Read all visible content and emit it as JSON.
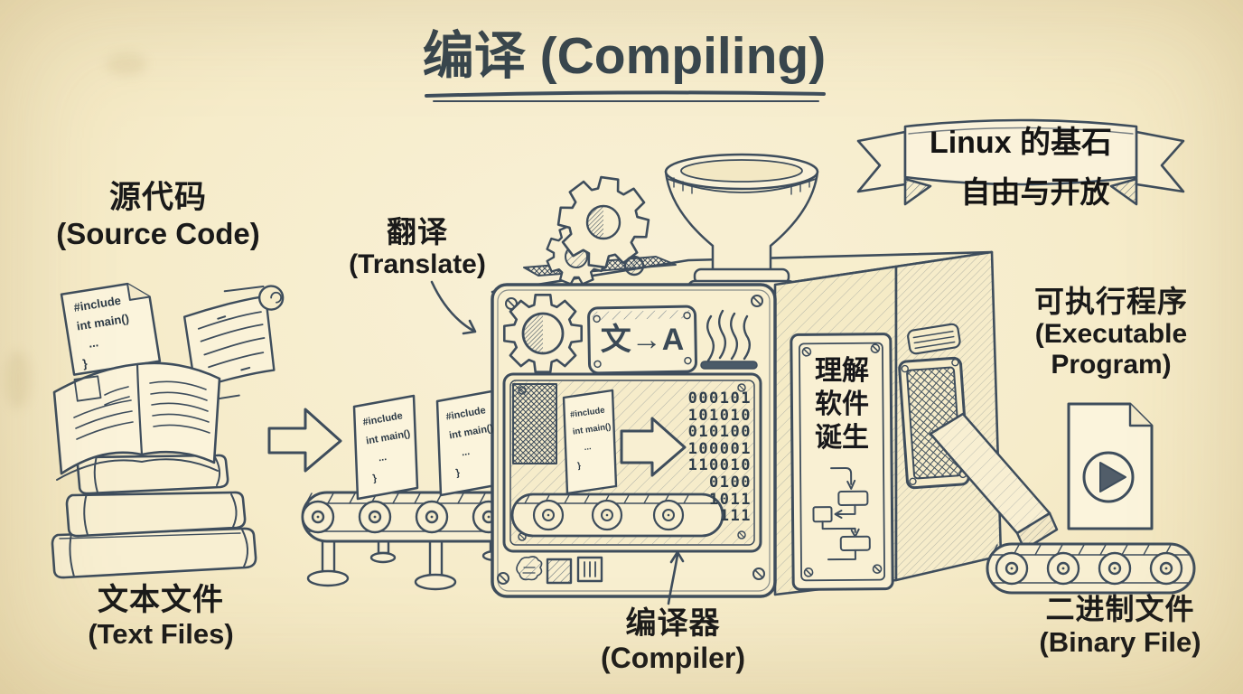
{
  "title": {
    "text": "编译 (Compiling)"
  },
  "banner": {
    "title": "Linux 的基石",
    "subtitle": "自由与开放"
  },
  "labels": {
    "source_code": {
      "zh": "源代码",
      "en": "(Source Code)"
    },
    "text_files": {
      "zh": "文本文件",
      "en": "(Text Files)"
    },
    "translate": {
      "zh": "翻译",
      "en": "(Translate)"
    },
    "compiler": {
      "zh": "编译器",
      "en": "(Compiler)"
    },
    "executable_program": {
      "zh": "可执行程序",
      "en_line1": "(Executable",
      "en_line2": "Program)"
    },
    "binary_file": {
      "zh": "二进制文件",
      "en": "(Binary File)"
    }
  },
  "machine": {
    "translate_badge": "文→A",
    "side_panel_lines": [
      "理解",
      "软件",
      "诞生"
    ],
    "binary_output_lines": [
      "000101",
      "101010",
      "010100",
      "100001",
      "110010",
      "0100",
      "1011",
      "111"
    ]
  },
  "code_snippet": {
    "line1": "#include",
    "line2": "int main()",
    "line3": "...",
    "line4": "}"
  },
  "icons": {
    "play": "▶"
  },
  "colors": {
    "background": "#f6ecca",
    "ink": "#3e4d5c",
    "label_text": "#1a1a1a",
    "title_text": "#36454e"
  }
}
